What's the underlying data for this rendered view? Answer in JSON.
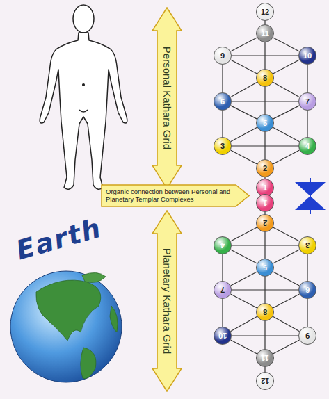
{
  "diagram": {
    "nodes": [
      {
        "text": [
          "Personal Kathara Grid"
        ]
      },
      {
        "text": [
          "Organic connection between Personal and Planetary Templar Complexes"
        ]
      },
      {
        "text": [
          "Planetary Kathara Grid"
        ]
      },
      {
        "text": [
          "12"
        ]
      },
      {
        "text": [
          "11"
        ]
      },
      {
        "text": [
          "9"
        ]
      },
      {
        "text": [
          "10"
        ]
      },
      {
        "text": [
          "8"
        ]
      },
      {
        "text": [
          "6"
        ]
      },
      {
        "text": [
          "7"
        ]
      },
      {
        "text": [
          "5"
        ]
      },
      {
        "text": [
          "3"
        ]
      },
      {
        "text": [
          "4"
        ]
      },
      {
        "text": [
          "2"
        ]
      },
      {
        "text": [
          "1"
        ]
      },
      {
        "text": [
          "1"
        ]
      },
      {
        "text": [
          "2"
        ]
      },
      {
        "text": [
          "4"
        ]
      },
      {
        "text": [
          "3"
        ]
      },
      {
        "text": [
          "5"
        ]
      },
      {
        "text": [
          "7"
        ]
      },
      {
        "text": [
          "6"
        ]
      },
      {
        "text": [
          "8"
        ]
      },
      {
        "text": [
          "10"
        ]
      },
      {
        "text": [
          "9"
        ]
      },
      {
        "text": [
          "11"
        ]
      },
      {
        "text": [
          "12"
        ]
      }
    ],
    "edges": [
      {
        "from": 3,
        "to": 4,
        "arrow": "none"
      },
      {
        "from": 4,
        "to": 5,
        "arrow": "none"
      },
      {
        "from": 4,
        "to": 6,
        "arrow": "none"
      },
      {
        "from": 5,
        "to": 6,
        "arrow": "none"
      },
      {
        "from": 4,
        "to": 7,
        "arrow": "none"
      },
      {
        "from": 5,
        "to": 7,
        "arrow": "none"
      },
      {
        "from": 6,
        "to": 7,
        "arrow": "none"
      },
      {
        "from": 5,
        "to": 8,
        "arrow": "none"
      },
      {
        "from": 6,
        "to": 9,
        "arrow": "none"
      },
      {
        "from": 7,
        "to": 8,
        "arrow": "none"
      },
      {
        "from": 7,
        "to": 9,
        "arrow": "none"
      },
      {
        "from": 8,
        "to": 9,
        "arrow": "none"
      },
      {
        "from": 7,
        "to": 10,
        "arrow": "none"
      },
      {
        "from": 8,
        "to": 10,
        "arrow": "none"
      },
      {
        "from": 9,
        "to": 10,
        "arrow": "none"
      },
      {
        "from": 8,
        "to": 11,
        "arrow": "none"
      },
      {
        "from": 9,
        "to": 12,
        "arrow": "none"
      },
      {
        "from": 10,
        "to": 11,
        "arrow": "none"
      },
      {
        "from": 10,
        "to": 12,
        "arrow": "none"
      },
      {
        "from": 11,
        "to": 12,
        "arrow": "none"
      },
      {
        "from": 11,
        "to": 13,
        "arrow": "none"
      },
      {
        "from": 12,
        "to": 13,
        "arrow": "none"
      },
      {
        "from": 10,
        "to": 13,
        "arrow": "none"
      },
      {
        "from": 13,
        "to": 14,
        "arrow": "none"
      },
      {
        "from": 26,
        "to": 25,
        "arrow": "none"
      },
      {
        "from": 25,
        "to": 24,
        "arrow": "none"
      },
      {
        "from": 25,
        "to": 23,
        "arrow": "none"
      },
      {
        "from": 24,
        "to": 23,
        "arrow": "none"
      },
      {
        "from": 25,
        "to": 22,
        "arrow": "none"
      },
      {
        "from": 24,
        "to": 22,
        "arrow": "none"
      },
      {
        "from": 23,
        "to": 22,
        "arrow": "none"
      },
      {
        "from": 24,
        "to": 21,
        "arrow": "none"
      },
      {
        "from": 23,
        "to": 20,
        "arrow": "none"
      },
      {
        "from": 22,
        "to": 21,
        "arrow": "none"
      },
      {
        "from": 22,
        "to": 20,
        "arrow": "none"
      },
      {
        "from": 21,
        "to": 20,
        "arrow": "none"
      },
      {
        "from": 22,
        "to": 19,
        "arrow": "none"
      },
      {
        "from": 21,
        "to": 19,
        "arrow": "none"
      },
      {
        "from": 20,
        "to": 19,
        "arrow": "none"
      },
      {
        "from": 21,
        "to": 18,
        "arrow": "none"
      },
      {
        "from": 20,
        "to": 17,
        "arrow": "none"
      },
      {
        "from": 19,
        "to": 18,
        "arrow": "none"
      },
      {
        "from": 19,
        "to": 17,
        "arrow": "none"
      },
      {
        "from": 18,
        "to": 17,
        "arrow": "none"
      },
      {
        "from": 18,
        "to": 16,
        "arrow": "none"
      },
      {
        "from": 17,
        "to": 16,
        "arrow": "none"
      },
      {
        "from": 19,
        "to": 16,
        "arrow": "none"
      },
      {
        "from": 16,
        "to": 15,
        "arrow": "none"
      }
    ],
    "labels": [
      "Earth"
    ]
  }
}
